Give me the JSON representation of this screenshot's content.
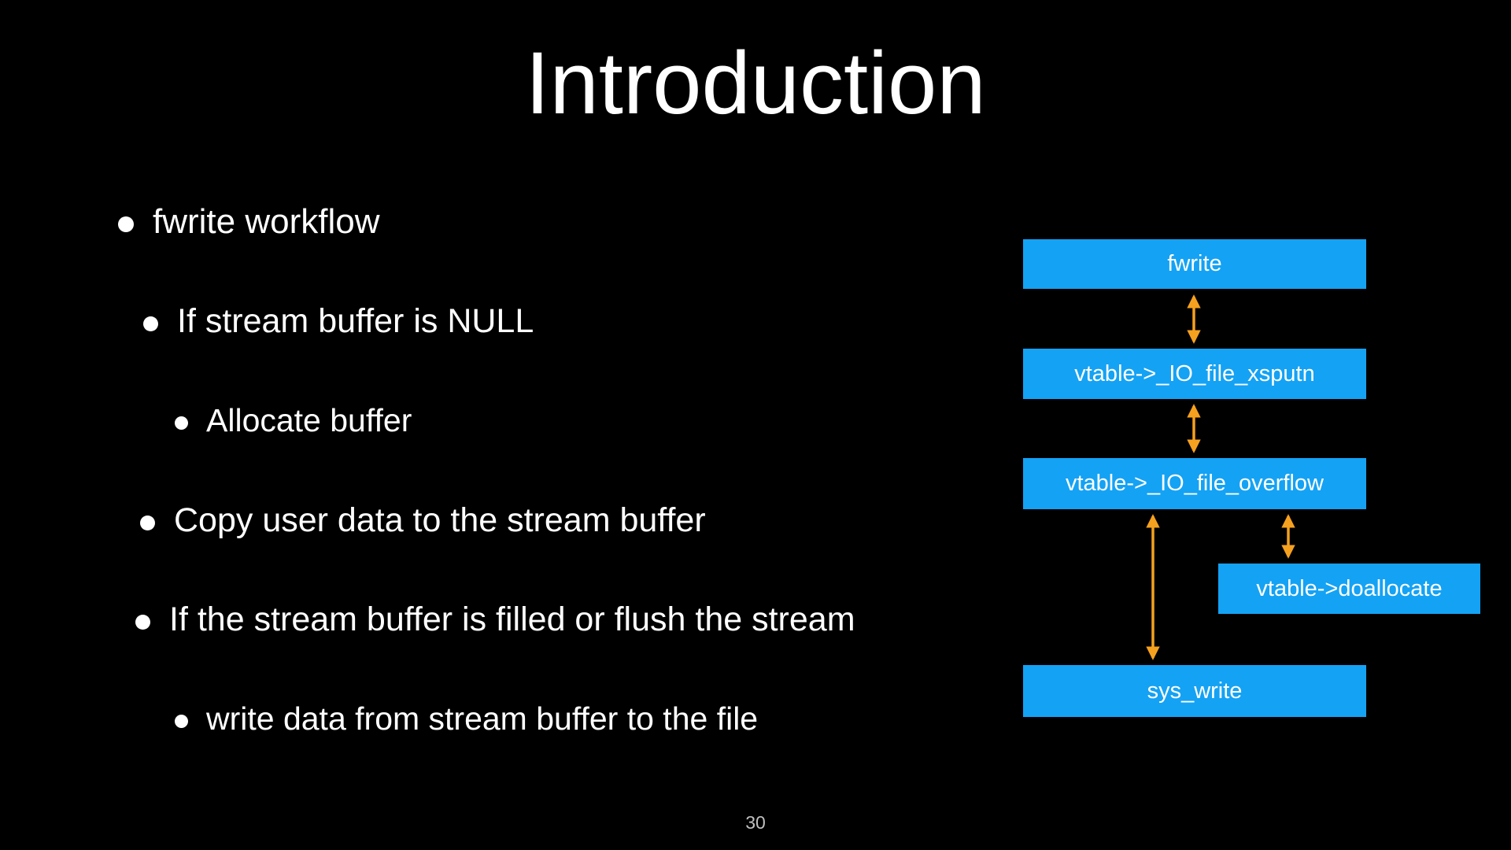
{
  "slide": {
    "title": "Introduction",
    "page_number": "30"
  },
  "bullets": [
    {
      "level": 1,
      "text": "fwrite workflow"
    },
    {
      "level": 2,
      "text": "If stream buffer is NULL"
    },
    {
      "level": 3,
      "text": "Allocate buffer"
    },
    {
      "level": 2,
      "text": "Copy user data to the stream buffer"
    },
    {
      "level": 2,
      "text": "If the stream buffer is filled or flush the stream"
    },
    {
      "level": 3,
      "text": "write data from stream buffer to the file"
    }
  ],
  "diagram": {
    "nodes": [
      {
        "id": "fwrite",
        "label": "fwrite"
      },
      {
        "id": "xsputn",
        "label": "vtable->_IO_file_xsputn"
      },
      {
        "id": "overflow",
        "label": "vtable->_IO_file_overflow"
      },
      {
        "id": "doallocate",
        "label": "vtable->doallocate"
      },
      {
        "id": "sys_write",
        "label": "sys_write"
      }
    ],
    "edges": [
      {
        "from": "fwrite",
        "to": "xsputn",
        "style": "double-arrow"
      },
      {
        "from": "xsputn",
        "to": "overflow",
        "style": "double-arrow"
      },
      {
        "from": "overflow",
        "to": "sys_write",
        "style": "double-arrow"
      },
      {
        "from": "overflow",
        "to": "doallocate",
        "style": "double-arrow"
      }
    ]
  },
  "colors": {
    "background": "#000000",
    "text": "#ffffff",
    "node_fill": "#14a2f4",
    "node_text": "#ffffff",
    "arrow": "#f5a11f",
    "page_number": "#c0c0c0"
  }
}
